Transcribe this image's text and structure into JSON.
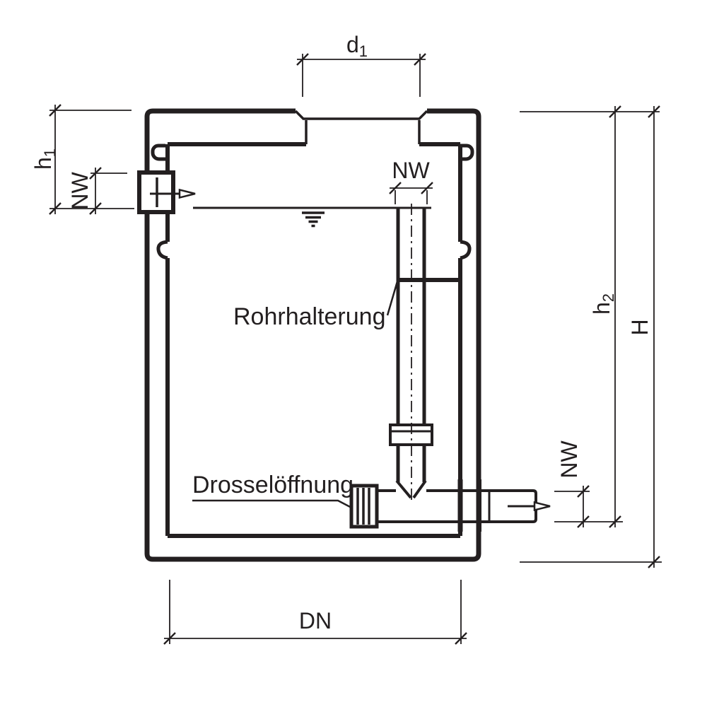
{
  "diagram": {
    "title": "Drosselschacht Schnittzeichnung",
    "colors": {
      "line_color": "#231f20",
      "background_color": "#ffffff"
    },
    "labels": {
      "d1": {
        "main": "d",
        "sub": "1"
      },
      "h1": {
        "main": "h",
        "sub": "1"
      },
      "h2": {
        "main": "h",
        "sub": "2"
      },
      "H": "H",
      "nw_inlet": "NW",
      "nw_standpipe": "NW",
      "nw_outlet": "NW",
      "dn": "DN",
      "pipe_bracket": "Rohrhalterung",
      "throttle_opening": "Drosselöffnung"
    },
    "icons": {
      "inlet_flow": "open-arrow-right",
      "outlet_flow": "open-arrow-right",
      "water_level": "water-level-symbol"
    }
  }
}
